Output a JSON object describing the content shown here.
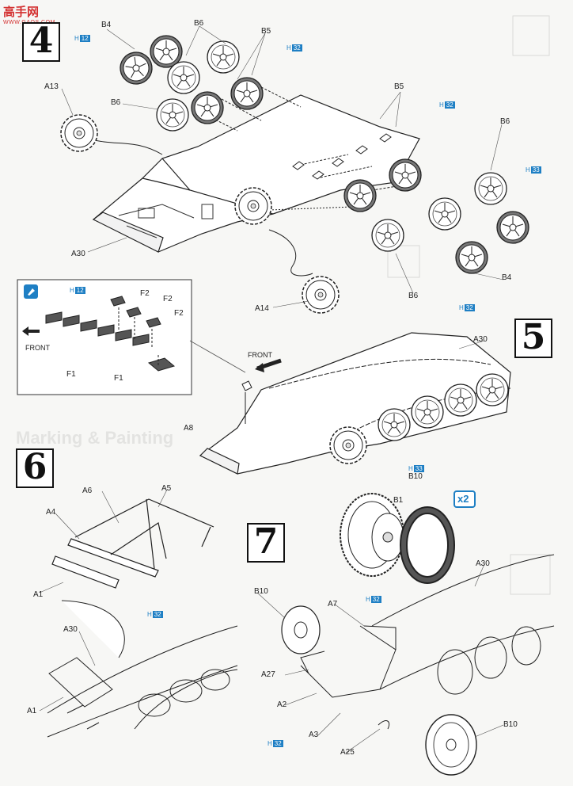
{
  "watermark": {
    "text": "高手网",
    "url": "WWW.GAOS.COM"
  },
  "steps": {
    "s4": {
      "number": "4"
    },
    "s5": {
      "number": "5"
    },
    "s6": {
      "number": "6"
    },
    "s7": {
      "number": "7"
    }
  },
  "parts": {
    "b4_top": "B4",
    "b6_top": "B6",
    "b5_top": "B5",
    "a13": "A13",
    "b6_left": "B6",
    "b5_right": "B5",
    "b6_right": "B6",
    "a30_step4": "A30",
    "b4_right": "B4",
    "a14": "A14",
    "b6_bottom": "B6",
    "a30_step5": "A30",
    "a8": "A8",
    "b10_tire": "B10",
    "b1": "B1",
    "a6": "A6",
    "a5": "A5",
    "a4": "A4",
    "a1_step6": "A1",
    "b10_step7": "B10",
    "a7": "A7",
    "a30_step7": "A30",
    "a30_step6": "A30",
    "a1_lower": "A1",
    "a27": "A27",
    "a2": "A2",
    "a3": "A3",
    "a25": "A25",
    "b10_bottom": "B10"
  },
  "detail": {
    "front_arrow": "FRONT",
    "front_step5": "FRONT",
    "f2a": "F2",
    "f2b": "F2",
    "f2c": "F2",
    "f1a": "F1",
    "f1b": "F1"
  },
  "quantity": "x2",
  "paint_codes": {
    "c1": {
      "prefix": "H",
      "num": "32"
    },
    "c2": {
      "prefix": "H",
      "num": "32"
    },
    "c3": {
      "prefix": "H",
      "num": "33"
    },
    "c4": {
      "prefix": "H",
      "num": "12"
    },
    "c5": {
      "prefix": "H",
      "num": "33"
    },
    "c6": {
      "prefix": "H",
      "num": "12"
    },
    "c7": {
      "prefix": "H",
      "num": "32"
    },
    "c8": {
      "prefix": "H",
      "num": "32"
    },
    "c9": {
      "prefix": "H",
      "num": "32"
    },
    "c10": {
      "prefix": "H",
      "num": "32"
    }
  },
  "background_text": "Marking & Painting"
}
